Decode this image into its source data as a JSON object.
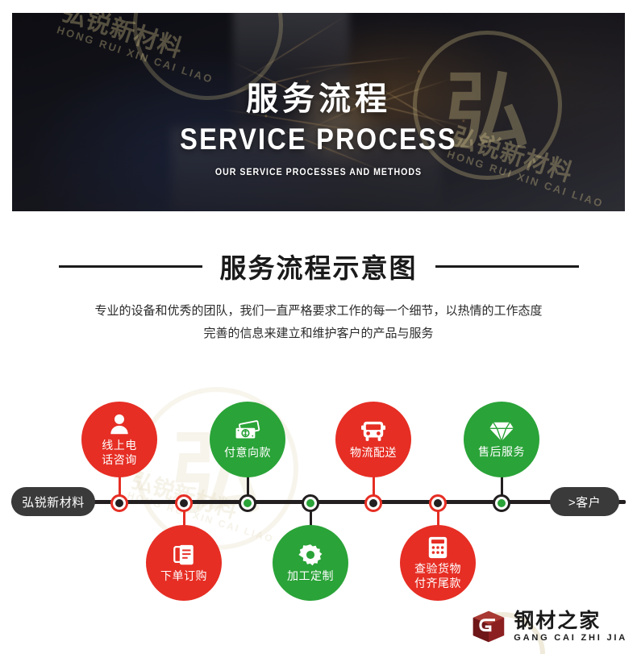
{
  "hero": {
    "title_cn": "服务流程",
    "title_en": "SERVICE PROCESS",
    "subtitle_en": "OUR SERVICE PROCESSES AND METHODS",
    "watermark_cn": "弘锐新材料",
    "watermark_en": "HONG RUI XIN CAI LIAO",
    "watermark_glyph": "弘"
  },
  "section": {
    "title": "服务流程示意图",
    "desc_line1": "专业的设备和优秀的团队，我们一直严格要求工作的每一个细节，以热情的工作态度",
    "desc_line2": "完善的信息来建立和维护客户的产品与服务"
  },
  "flow": {
    "start_label": "弘锐新材料",
    "end_label": ">客户",
    "watermark_cn": "弘锐新材料",
    "watermark_en": "HONG RUI XIN CAI LIAO",
    "steps": [
      {
        "label": "线上电\n话咨询",
        "label_l1": "线上电",
        "label_l2": "话咨询",
        "color": "red",
        "icon": "user-icon",
        "position": "above",
        "node_ring": "red",
        "node_dot": "black"
      },
      {
        "label": "下单订购",
        "label_l1": "下单订购",
        "label_l2": "",
        "color": "red",
        "icon": "document-icon",
        "position": "below",
        "node_ring": "red",
        "node_dot": "black"
      },
      {
        "label": "付意向款",
        "label_l1": "付意向款",
        "label_l2": "",
        "color": "green",
        "icon": "money-icon",
        "position": "above",
        "node_ring": "dark",
        "node_dot": "green"
      },
      {
        "label": "加工定制",
        "label_l1": "加工定制",
        "label_l2": "",
        "color": "green",
        "icon": "gear-icon",
        "position": "below",
        "node_ring": "dark",
        "node_dot": "green"
      },
      {
        "label": "物流配送",
        "label_l1": "物流配送",
        "label_l2": "",
        "color": "red",
        "icon": "bus-icon",
        "position": "above",
        "node_ring": "red",
        "node_dot": "black"
      },
      {
        "label": "查验货物\n付齐尾款",
        "label_l1": "查验货物",
        "label_l2": "付齐尾款",
        "color": "red",
        "icon": "calculator-icon",
        "position": "below",
        "node_ring": "red",
        "node_dot": "black"
      },
      {
        "label": "售后服务",
        "label_l1": "售后服务",
        "label_l2": "",
        "color": "green",
        "icon": "diamond-icon",
        "position": "above",
        "node_ring": "dark",
        "node_dot": "green"
      }
    ]
  },
  "footer": {
    "brand_cn": "钢材之家",
    "brand_en": "GANG CAI ZHI JIA",
    "logo_icon": "box-logo-icon"
  },
  "colors": {
    "red": "#e62e24",
    "green": "#2aa338",
    "dark": "#231f20",
    "endcap": "#3a3a3a",
    "logo_dark_red": "#8c1f20",
    "watermark_gold": "#d6c68c"
  }
}
